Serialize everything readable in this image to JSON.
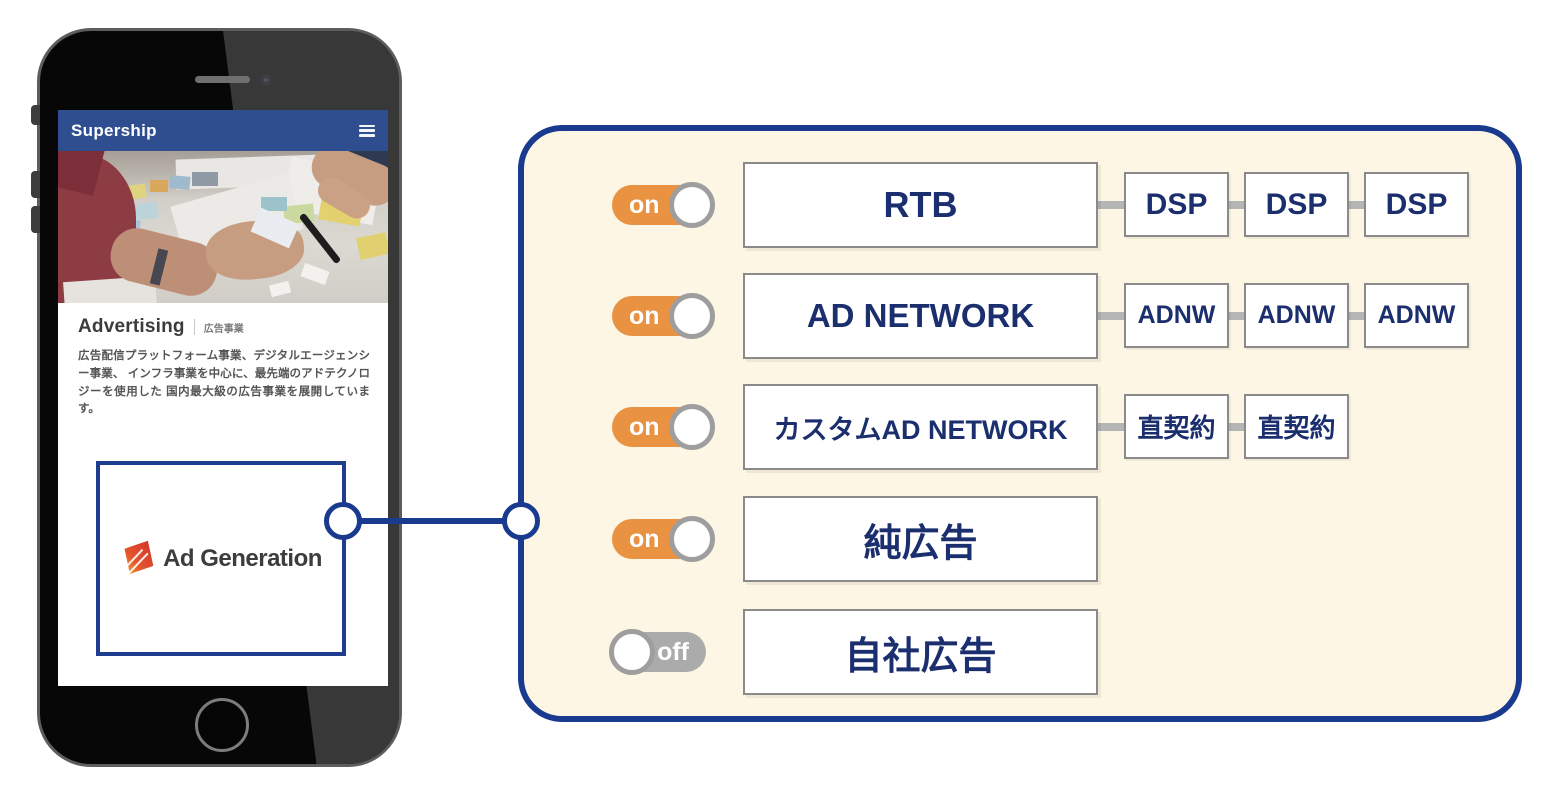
{
  "phone": {
    "header": {
      "logo": "Supership",
      "menu_icon": "hamburger-menu"
    },
    "section": {
      "heading_en": "Advertising",
      "heading_ja": "広告事業",
      "body": "広告配信プラットフォーム事業、デジタルエージェンシー事業、 インフラ事業を中心に、最先端のアドテクノロジーを使用した 国内最大級の広告事業を展開しています。"
    },
    "ad_card": {
      "brand": "Ad Generation"
    }
  },
  "diagram": {
    "rows": [
      {
        "state": "on",
        "label": "RTB",
        "children": [
          "DSP",
          "DSP",
          "DSP"
        ]
      },
      {
        "state": "on",
        "label": "AD NETWORK",
        "children": [
          "ADNW",
          "ADNW",
          "ADNW"
        ]
      },
      {
        "state": "on",
        "label": "カスタムAD NETWORK",
        "children": [
          "直契約",
          "直契約"
        ]
      },
      {
        "state": "on",
        "label": "純広告",
        "children": []
      },
      {
        "state": "off",
        "label": "自社広告",
        "children": []
      }
    ],
    "colors": {
      "panel_bg": "#FDF6E4",
      "panel_border": "#1A3A8F",
      "toggle_on": "#E99242",
      "toggle_off": "#ABABAB",
      "node_text": "#1B2E6E",
      "node_border": "#8A8A8A",
      "connector_gray": "#B5B5B5",
      "header_blue": "#2F4E8F"
    }
  }
}
